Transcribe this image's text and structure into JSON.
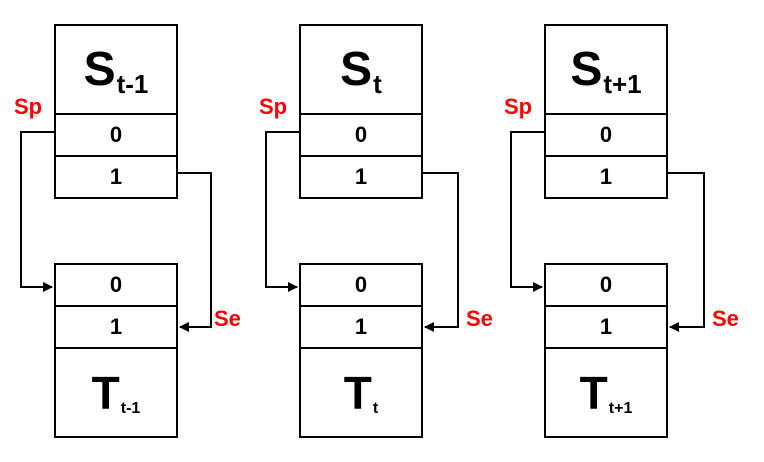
{
  "groups": [
    {
      "s_main": "S",
      "s_sub": "t-1",
      "top_cells": [
        "0",
        "1"
      ],
      "bottom_cells": [
        "0",
        "1"
      ],
      "t_main": "T",
      "t_sub": "t-1",
      "label_left": "Sp",
      "label_right": "Se"
    },
    {
      "s_main": "S",
      "s_sub": "t",
      "top_cells": [
        "0",
        "1"
      ],
      "bottom_cells": [
        "0",
        "1"
      ],
      "t_main": "T",
      "t_sub": "t",
      "label_left": "Sp",
      "label_right": "Se"
    },
    {
      "s_main": "S",
      "s_sub": "t+1",
      "top_cells": [
        "0",
        "1"
      ],
      "bottom_cells": [
        "0",
        "1"
      ],
      "t_main": "T",
      "t_sub": "t+1",
      "label_left": "Sp",
      "label_right": "Se"
    }
  ],
  "colors": {
    "label": "#ff0000",
    "line": "#000000",
    "background": "#ffffff"
  }
}
